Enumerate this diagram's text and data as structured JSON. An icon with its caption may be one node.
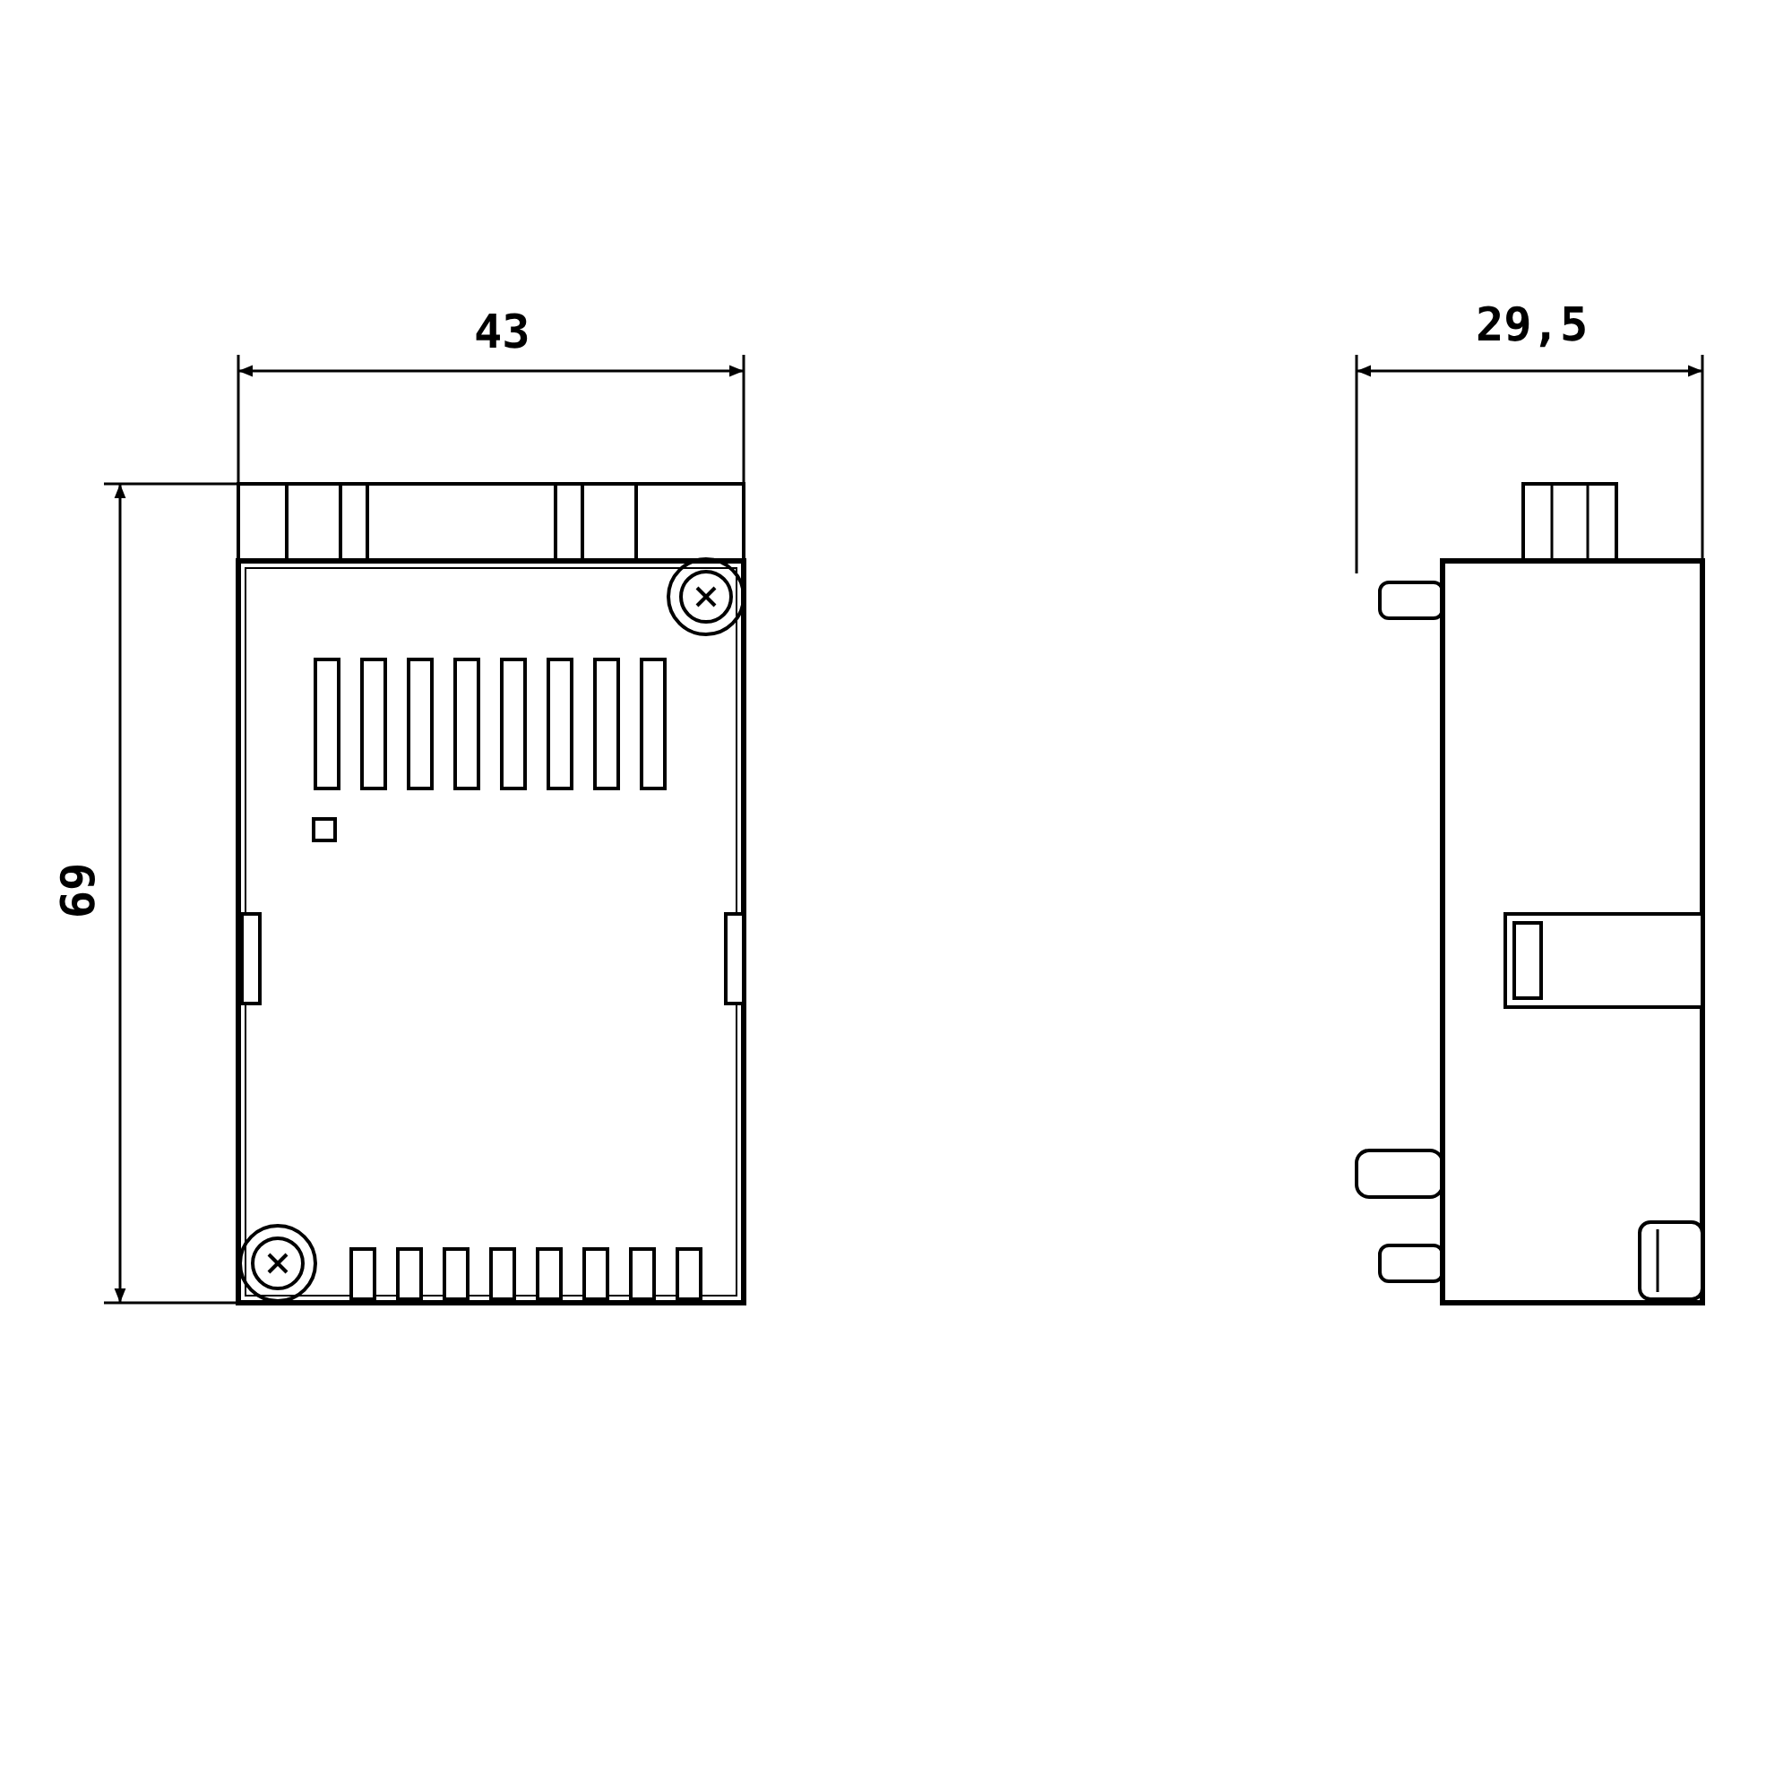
{
  "diagram": {
    "labels": [
      "43",
      "29,5",
      "69"
    ]
  }
}
